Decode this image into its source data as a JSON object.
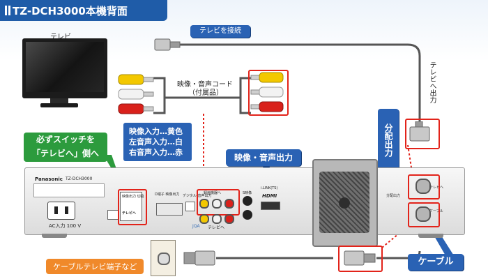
{
  "header": {
    "title": "TZ-DCH3000本機背面"
  },
  "labels": {
    "tv": "テレビ",
    "tv_connect": "テレビを接続",
    "av_cord_line1": "映像・音声コード",
    "av_cord_line2": "（付属品）",
    "to_tv_output": "テレビへ出力",
    "splitter_output": "分配出力",
    "av_output": "映像・音声出力",
    "switch_line1": "必ずスイッチを",
    "switch_line2": "「テレビへ」側へ",
    "cable": "ケーブル",
    "cable_tv_terminal": "ケーブルテレビ端子など"
  },
  "legend": {
    "lines": [
      "映像入力…黄色",
      "左音声入力…白",
      "右音声入力…赤"
    ]
  },
  "panel": {
    "brand": "Panasonic",
    "model": "TZ-DCH3000",
    "power": "AC入力 100 V",
    "jqa": "JQA",
    "hdmi": "HDMI",
    "tv_e_label": "テレビへ",
    "d_out_label": "D端子 映像出力",
    "switch_label": "映像出力 切換",
    "switch_pos": "テレビへ",
    "optical_label": "デジタル 音声出力",
    "s_video_label": "S映像",
    "ilink_label": "i.LINK(TS)",
    "av_box_label": "録画機器へ",
    "cable_label": "ケーブル",
    "splitter_label": "分配出力",
    "tv_label": "テレビへ",
    "cable_in_label": "ケーブル"
  },
  "colors": {
    "title_bg": "#1f5ca8",
    "callout_blue": "#2a62b4",
    "callout_green": "#2c9b3d",
    "callout_orange": "#f0892a",
    "highlight_red": "#e2231a",
    "plug_yellow": "#f3c800",
    "plug_white": "#f2f2f2",
    "plug_red": "#d9211b"
  },
  "icons": {
    "tv": "tv-icon",
    "coax_plug": "coax-plug-icon",
    "rca_plug": "rca-plug-icon",
    "wall_outlet": "wall-terminal-icon"
  }
}
